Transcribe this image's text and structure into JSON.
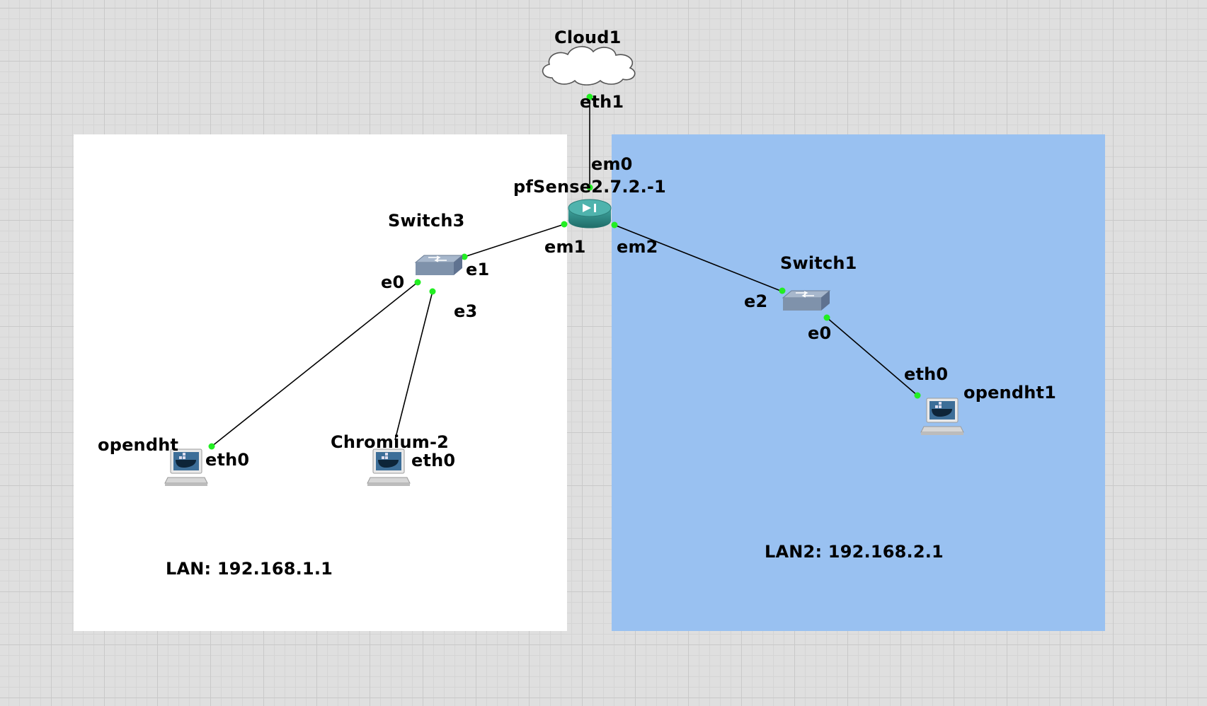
{
  "nodes": {
    "cloud": {
      "name": "Cloud1",
      "icon": "cloud-icon"
    },
    "router": {
      "name": "pfSense2.7.2.-1",
      "icon": "router-icon"
    },
    "switch3": {
      "name": "Switch3",
      "icon": "switch-icon"
    },
    "switch1": {
      "name": "Switch1",
      "icon": "switch-icon"
    },
    "opendht": {
      "name": "opendht",
      "icon": "docker-host-icon"
    },
    "chromium": {
      "name": "Chromium-2",
      "icon": "docker-host-icon"
    },
    "opendht1": {
      "name": "opendht1",
      "icon": "docker-host-icon"
    }
  },
  "ports": {
    "cloud_eth1": "eth1",
    "router_em0": "em0",
    "router_em1": "em1",
    "router_em2": "em2",
    "switch3_e0": "e0",
    "switch3_e1": "e1",
    "switch3_e3": "e3",
    "switch1_e2": "e2",
    "switch1_e0": "e0",
    "opendht_eth0": "eth0",
    "chromium_eth0": "eth0",
    "opendht1_eth0": "eth0"
  },
  "zones": {
    "lan": {
      "label": "LAN: 192.168.1.1",
      "color": "#ffffff"
    },
    "lan2": {
      "label": "LAN2: 192.168.2.1",
      "color": "#99c1f1"
    }
  },
  "colors": {
    "link": "#000000",
    "port_dot": "#22ee22",
    "router": "#2e8b87",
    "switch": "#8a9db5"
  }
}
